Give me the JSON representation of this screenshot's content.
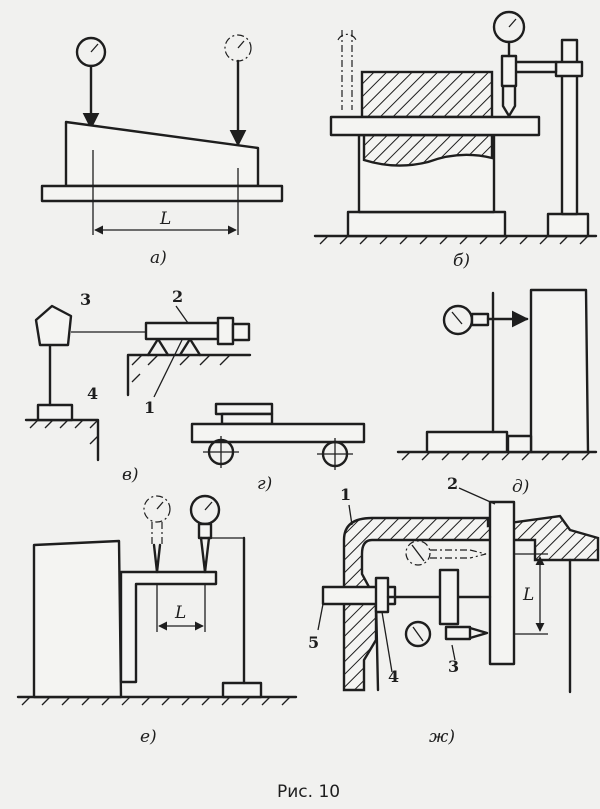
{
  "figure_caption": "Рис. 10",
  "panels": {
    "a": {
      "label": "а)",
      "dimension": "L"
    },
    "b": {
      "label": "б)"
    },
    "v": {
      "label": "в)",
      "callouts": [
        "1",
        "2",
        "3",
        "4"
      ]
    },
    "g": {
      "label": "г)"
    },
    "d": {
      "label": "д)"
    },
    "e": {
      "label": "е)",
      "dimension": "L"
    },
    "zh": {
      "label": "ж)",
      "dimension": "L",
      "callouts": [
        "1",
        "2",
        "3",
        "4",
        "5"
      ]
    }
  }
}
